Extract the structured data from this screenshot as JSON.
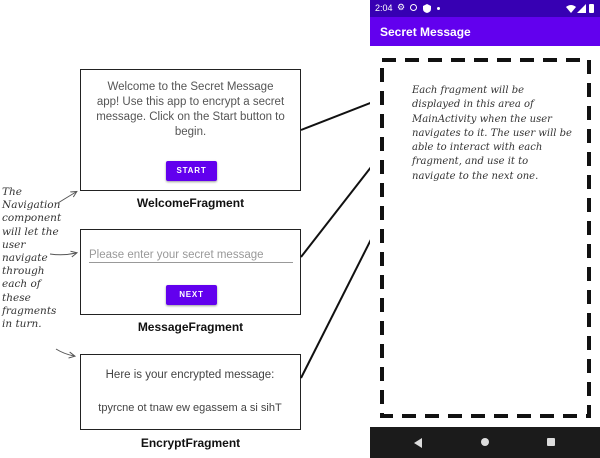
{
  "fragments": {
    "welcome": {
      "body": "Welcome to the Secret Message app! Use this app to encrypt a secret message. Click on the Start button to begin.",
      "button": "START",
      "title": "WelcomeFragment"
    },
    "message": {
      "placeholder": "Please enter your secret message",
      "button": "NEXT",
      "title": "MessageFragment"
    },
    "encrypt": {
      "heading": "Here is your encrypted message:",
      "encrypted": "tpyrcne ot tnaw ew egassem a si sihT",
      "title": "EncryptFragment"
    }
  },
  "left_note": "The Navigation component will let the user navigate through each of these fragments in turn.",
  "phone": {
    "status_time": "2:04",
    "app_title": "Secret Message",
    "note": "Each fragment will be displayed in this area of MainActivity when the user navigates to it. The user will be able to interact with each fragment, and use it to navigate to the next one."
  },
  "colors": {
    "primary": "#6200ee",
    "primary_dark": "#3700b3",
    "nav_bar": "#1b1b1b"
  },
  "icons": [
    "settings-icon",
    "notification-icon",
    "shield-icon",
    "wifi-icon",
    "signal-icon",
    "battery-icon",
    "back-icon",
    "home-icon",
    "recents-icon"
  ]
}
